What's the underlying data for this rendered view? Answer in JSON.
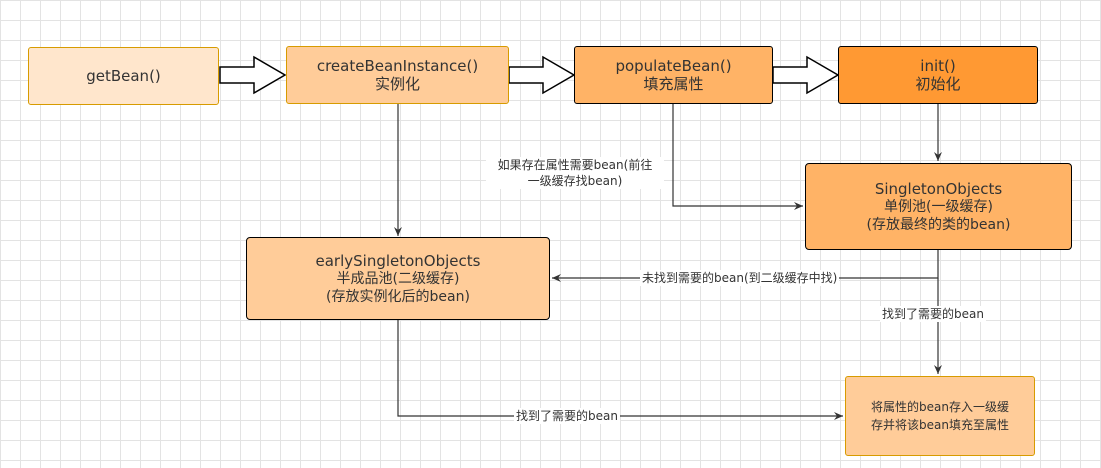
{
  "nodes": {
    "getbean": {
      "line1": "getBean()",
      "fill": "#ffe6cc",
      "stroke": "#d79b00"
    },
    "create_instance": {
      "line1": "createBeanInstance()",
      "line2": "实例化",
      "fill": "#ffcc99",
      "stroke": "#d79b00"
    },
    "populate_bean": {
      "line1": "populateBean()",
      "line2": "填充属性",
      "fill": "#ffb366",
      "stroke": "#000000"
    },
    "init": {
      "line1": "init()",
      "line2": "初始化",
      "fill": "#ff9933",
      "stroke": "#000000"
    },
    "singleton_objects": {
      "line1": "SingletonObjects",
      "line2": "单例池(一级缓存)",
      "line3": "(存放最终的类的bean)",
      "fill": "#ffb366",
      "stroke": "#000000"
    },
    "early_singleton_objects": {
      "line1": "earlySingletonObjects",
      "line2": "半成品池(二级缓存)",
      "line3": "(存放实例化后的bean)",
      "fill": "#ffcc99",
      "stroke": "#000000"
    },
    "store_first_cache": {
      "line1": "将属性的bean存入一级缓",
      "line2": "存并将该bean填充至属性",
      "fill": "#ffcc99",
      "stroke": "#d79b00"
    }
  },
  "edge_labels": {
    "populate_to_singleton_line1": "如果存在属性需要bean(前往",
    "populate_to_singleton_line2": "一级缓存找bean)",
    "singleton_to_early": "未找到需要的bean(到二级缓存中找)",
    "singleton_found": "找到了需要的bean",
    "early_found": "找到了需要的bean"
  }
}
